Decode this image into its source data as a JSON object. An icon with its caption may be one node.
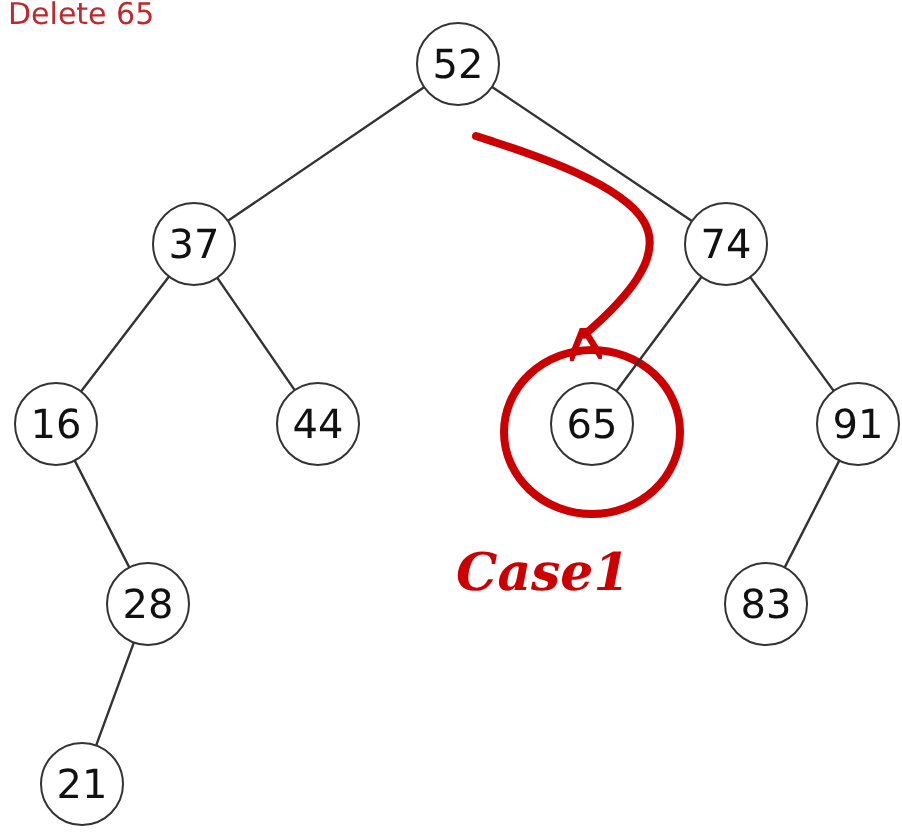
{
  "diagram": {
    "title": "Delete 65",
    "nodes": [
      {
        "text": [
          "52"
        ]
      },
      {
        "text": [
          "37"
        ]
      },
      {
        "text": [
          "74"
        ]
      },
      {
        "text": [
          "16"
        ]
      },
      {
        "text": [
          "44"
        ]
      },
      {
        "text": [
          "65"
        ]
      },
      {
        "text": [
          "91"
        ]
      },
      {
        "text": [
          "28"
        ]
      },
      {
        "text": [
          "83"
        ]
      },
      {
        "text": [
          "21"
        ]
      }
    ],
    "edges": [
      {
        "from": 0,
        "to": 1,
        "arrow": "none"
      },
      {
        "from": 0,
        "to": 2,
        "arrow": "none"
      },
      {
        "from": 1,
        "to": 3,
        "arrow": "none"
      },
      {
        "from": 1,
        "to": 4,
        "arrow": "none"
      },
      {
        "from": 2,
        "to": 5,
        "arrow": "none"
      },
      {
        "from": 2,
        "to": 6,
        "arrow": "none"
      },
      {
        "from": 3,
        "to": 7,
        "arrow": "none"
      },
      {
        "from": 6,
        "to": 8,
        "arrow": "none"
      },
      {
        "from": 7,
        "to": 9,
        "arrow": "none"
      },
      {
        "from": null,
        "to": 5,
        "arrow": "to",
        "style": "thick",
        "color": "#cc0000"
      }
    ],
    "labels": [
      "Case1"
    ]
  }
}
